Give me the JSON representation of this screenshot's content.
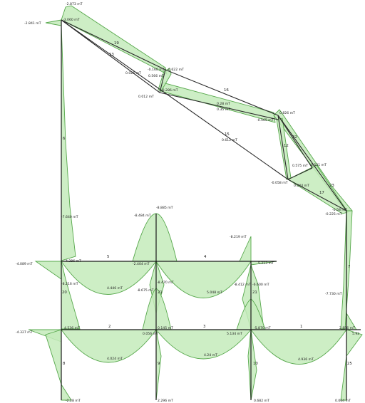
{
  "moment_labels": {
    "m01": "-2.873 mT",
    "m02": "-3.060 mT",
    "m03": "-2.841 mT",
    "m04": "0.025 mT",
    "m05": "-0.160 mT",
    "m06": "0.622 mT",
    "m07": "0.566 mT",
    "m08": "-0.286 mT",
    "m09": "0.012 mT",
    "m10": "0.28 mT",
    "m11": "0.35 mT",
    "m12": "0.826 mT",
    "m13": "-0.565 mT",
    "m14": "0.612 mT",
    "m15": "0.575 mT",
    "m16": "0.531 mT",
    "m17": "-0.058 mT",
    "m18": "0.044 mT",
    "m19": "-0.58 mT",
    "m20": "-0.225 mT",
    "m21": "-7.640 mT",
    "m22": "-8.885 mT",
    "m23": "-8.484 mT",
    "m24": "-8.219 mT",
    "m25": "-4.089 mT",
    "m26": "4.286 mT",
    "m27": "-2.404 mT",
    "m28": "5.213 mT",
    "m29": "-8.216 mT",
    "m30": "4.446 mT",
    "m31": "-8.470 mT",
    "m32": "-8.675 mT",
    "m33": "5.048 mT",
    "m34": "-8.412 mT",
    "m35": "-6.600 mT",
    "m36": "-7.730 mT",
    "m37": "-4.327 mT",
    "m38": "4.536 mT",
    "m39": "0.056 mT",
    "m40": "0.145 mT",
    "m41": "5.134 mT",
    "m42": "-5.870 mT",
    "m43": "2.856 mT",
    "m44": "4.024 mT",
    "m45": "4.24 mT",
    "m46": "4.936 mT",
    "m47": "5.92",
    "m48": "-2.28 mT",
    "m49": "2.296 mT",
    "m50": "0.682 mT",
    "m51": "0.064 mT"
  },
  "member_ids": {
    "e01": "19",
    "e02": "13",
    "e03": "16",
    "e04": "15",
    "e05": "22",
    "e06": "12",
    "e07": "23",
    "e08": "17",
    "e09": "6",
    "e10": "5",
    "e11": "4",
    "e12": "20",
    "e13": "21",
    "e14": "2",
    "e15": "3",
    "e16": "1",
    "e17": "7",
    "e18": "9",
    "e19": "8",
    "e20": "10",
    "e21": "25",
    "e22": "21"
  },
  "colors": {
    "member_line": "#1a1a1a",
    "moment_fill": "#c4ebbb",
    "moment_outline": "#57a84c",
    "label_text": "#222222"
  }
}
